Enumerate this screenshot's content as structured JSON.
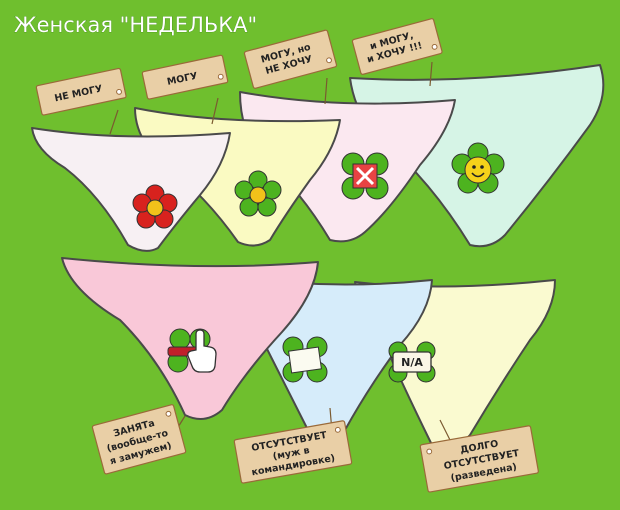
{
  "title": "Женская \"НЕДЕЛЬКА\"",
  "colors": {
    "background": "#6fbf2e",
    "outline": "#4a4a4a",
    "tag_fill": "#e9cfa6",
    "tag_stroke": "#9a6a3a",
    "leaf": "#4db31f"
  },
  "panties": [
    {
      "id": "p1",
      "fill": "#f7f0f3",
      "tag_lines": [
        "НЕ МОГУ"
      ],
      "icon": "red-flower-icon"
    },
    {
      "id": "p2",
      "fill": "#fafac2",
      "tag_lines": [
        "МОГУ"
      ],
      "icon": "green-flower-icon"
    },
    {
      "id": "p3",
      "fill": "#fbe8f0",
      "tag_lines": [
        "МОГУ, но",
        "НЕ ХОЧУ"
      ],
      "icon": "crossed-flower-icon"
    },
    {
      "id": "p4",
      "fill": "#d6f4e6",
      "tag_lines": [
        "и МОГУ,",
        "и ХОЧУ !!!"
      ],
      "icon": "smiley-flower-icon"
    },
    {
      "id": "p5",
      "fill": "#f9c8d8",
      "tag_lines": [
        "ЗАНЯТа",
        "(вообще-то",
        "я замужем)"
      ],
      "icon": "busy-flower-icon"
    },
    {
      "id": "p6",
      "fill": "#d6ecfa",
      "tag_lines": [
        "ОТСУТСТВУЕТ",
        "(муж в",
        "командировке)"
      ],
      "icon": "blank-flower-icon"
    },
    {
      "id": "p7",
      "fill": "#fafad0",
      "tag_lines": [
        "ДОЛГО",
        "ОТСУТСТВУЕТ",
        "(разведена)"
      ],
      "icon": "na-flower-icon"
    }
  ],
  "na_label": "N/A"
}
